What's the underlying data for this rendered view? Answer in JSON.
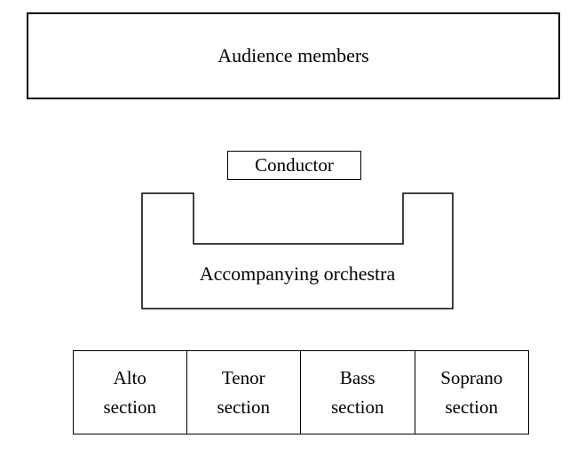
{
  "diagram": {
    "audience_label": "Audience members",
    "conductor_label": "Conductor",
    "orchestra_label": "Accompanying orchestra",
    "sections": [
      {
        "line1": "Alto",
        "line2": "section"
      },
      {
        "line1": "Tenor",
        "line2": "section"
      },
      {
        "line1": "Bass",
        "line2": "section"
      },
      {
        "line1": "Soprano",
        "line2": "section"
      }
    ]
  },
  "colors": {
    "border": "#000000",
    "background": "#ffffff",
    "text": "#000000"
  }
}
